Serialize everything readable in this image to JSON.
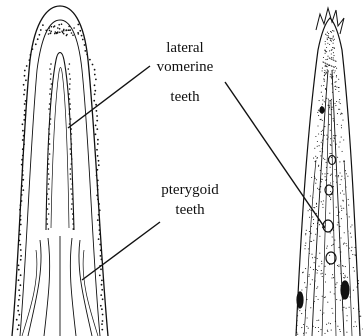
{
  "labels": {
    "lateral": "lateral",
    "vomerine": "vomerine",
    "teeth_1": "teeth",
    "pterygoid": "pterygoid",
    "teeth_2": "teeth"
  },
  "colors": {
    "ink": "#111111",
    "background": "#ffffff"
  }
}
